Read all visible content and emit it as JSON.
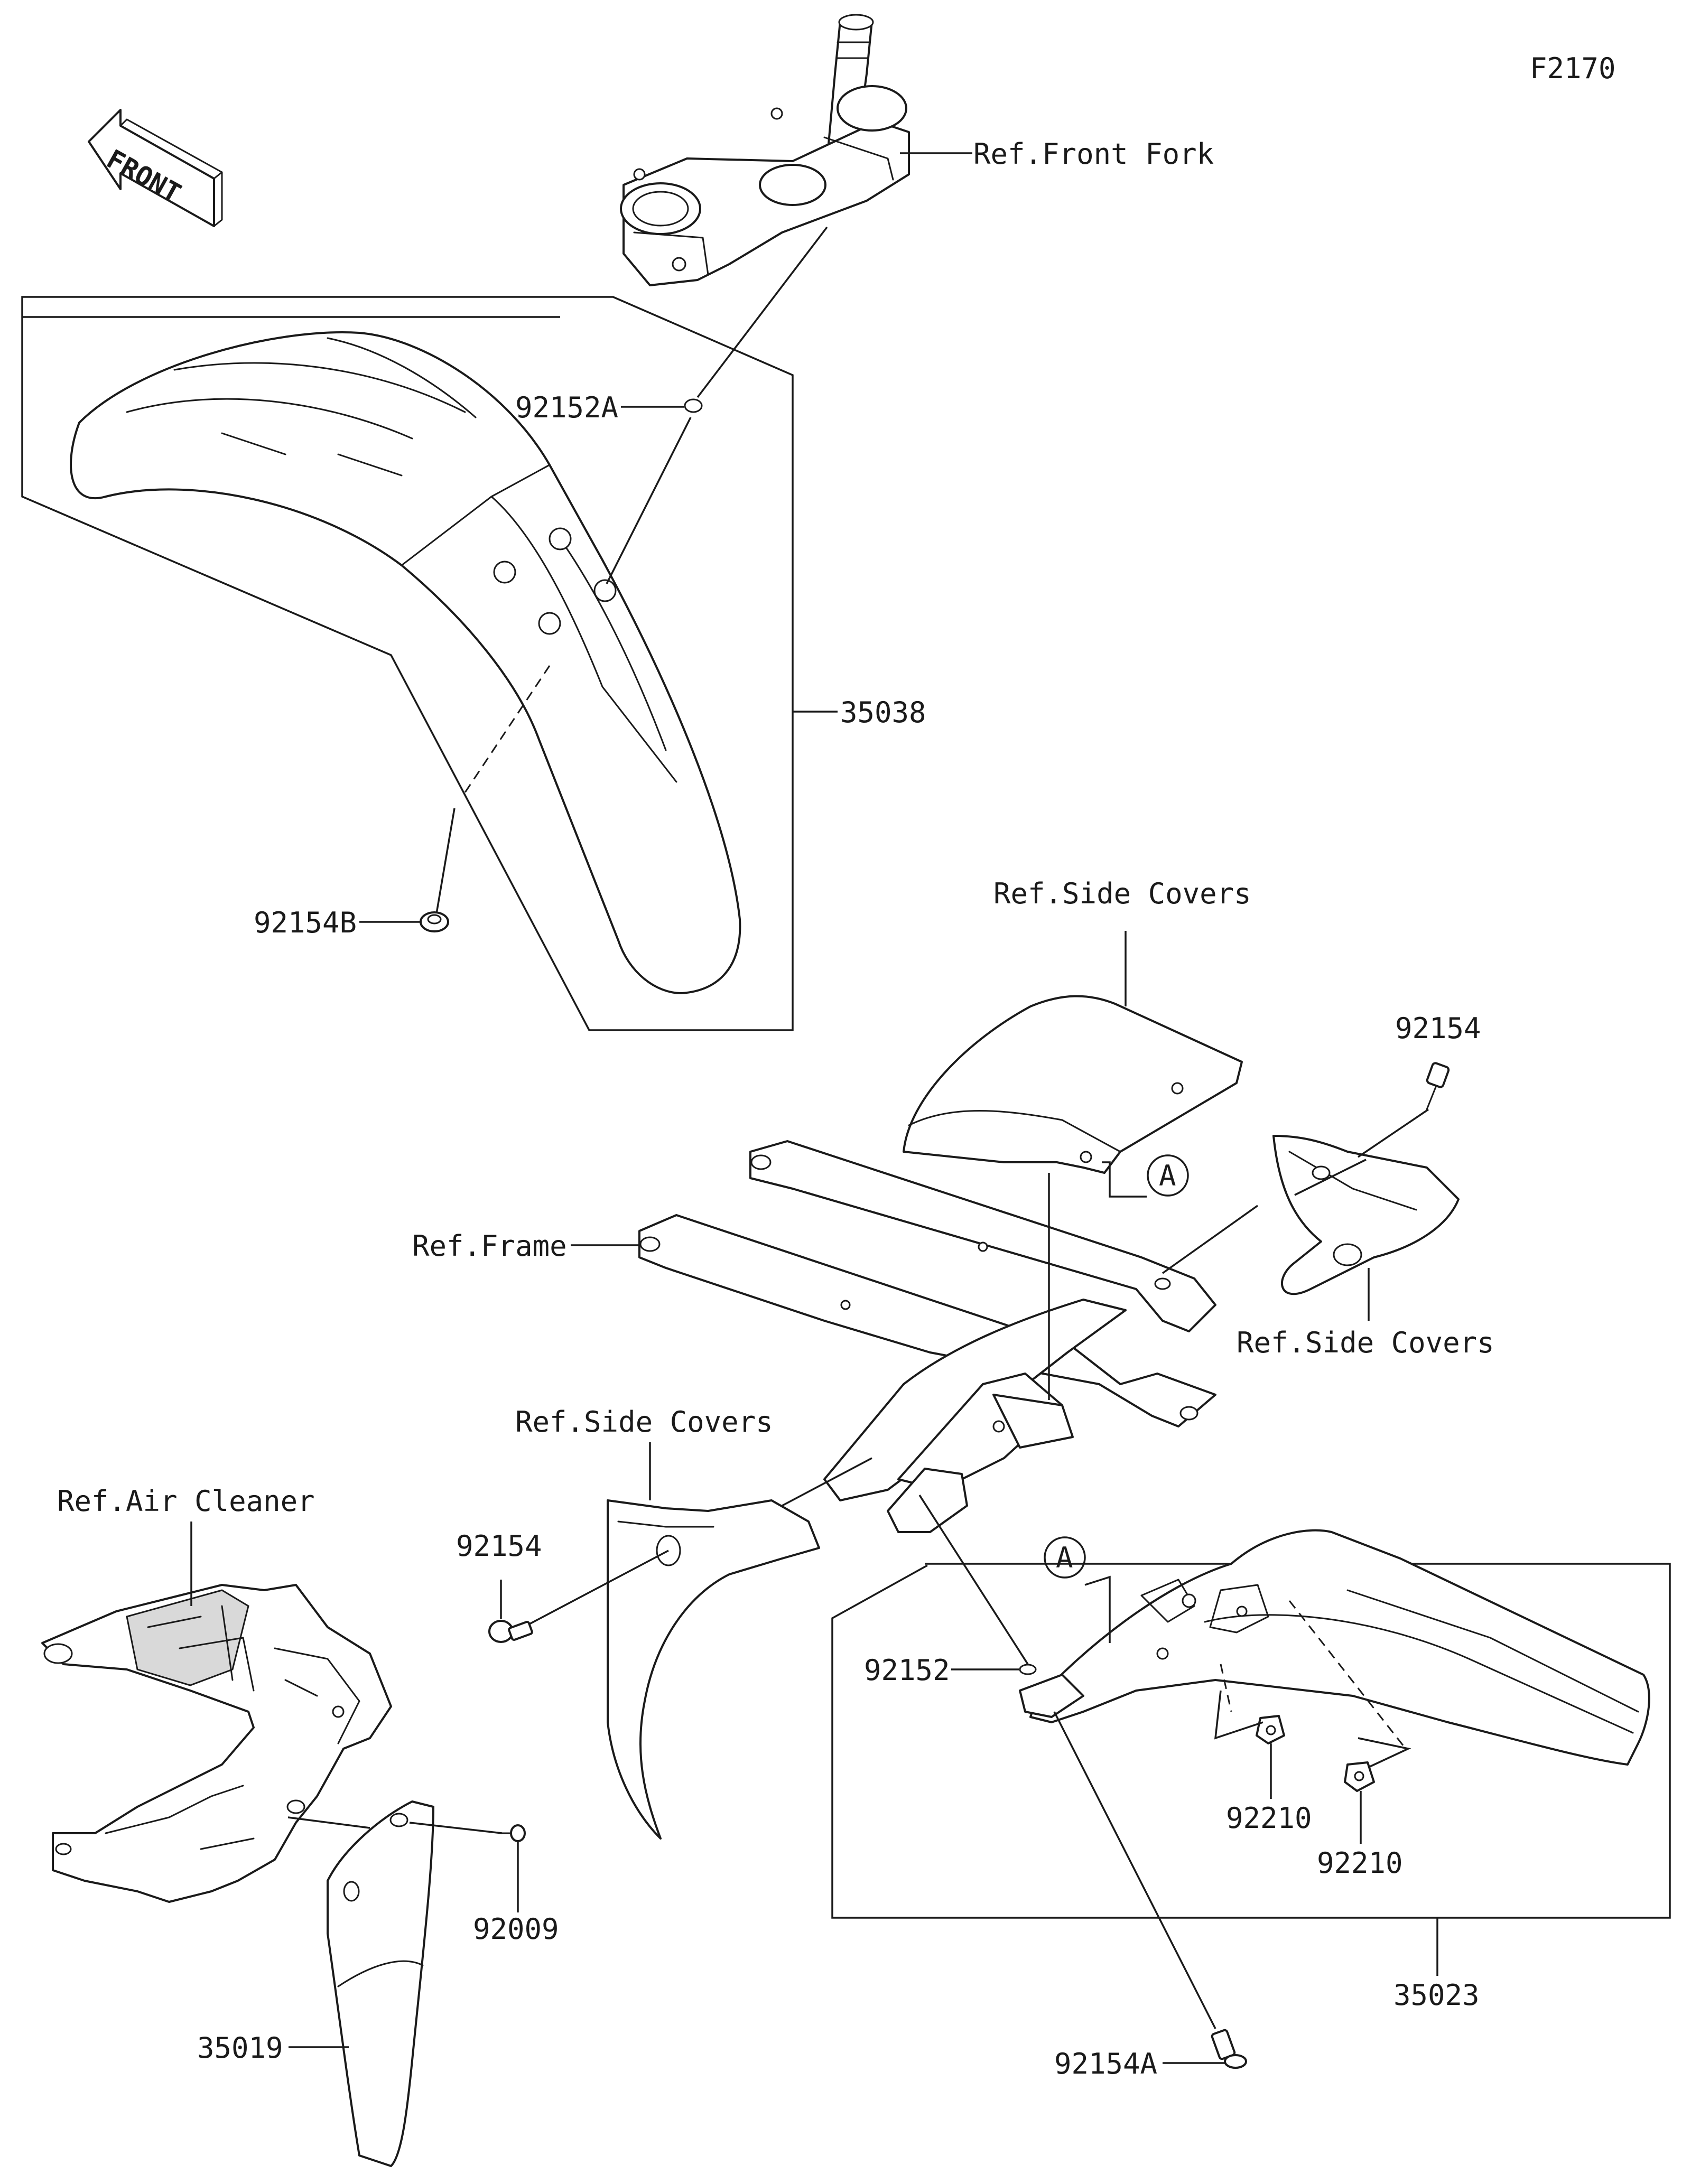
{
  "diagram_code": "F2170",
  "front_arrow": {
    "text": "FRONT",
    "icon": "front-direction-arrow-icon"
  },
  "references": {
    "front_fork": "Ref.Front Fork",
    "frame": "Ref.Frame",
    "side_covers_top": "Ref.Side Covers",
    "side_covers_right": "Ref.Side Covers",
    "side_covers_left": "Ref.Side Covers",
    "air_cleaner": "Ref.Air Cleaner"
  },
  "parts": {
    "p92152A": "92152A",
    "p35038": "35038",
    "p92154B": "92154B",
    "p92154_right": "92154",
    "p92154_left": "92154",
    "p92152": "92152",
    "p92210_a": "92210",
    "p92210_b": "92210",
    "p92009": "92009",
    "p35019": "35019",
    "p92154A": "92154A",
    "p35023": "35023"
  },
  "callouts": {
    "a_top": "A",
    "a_bottom": "A"
  }
}
